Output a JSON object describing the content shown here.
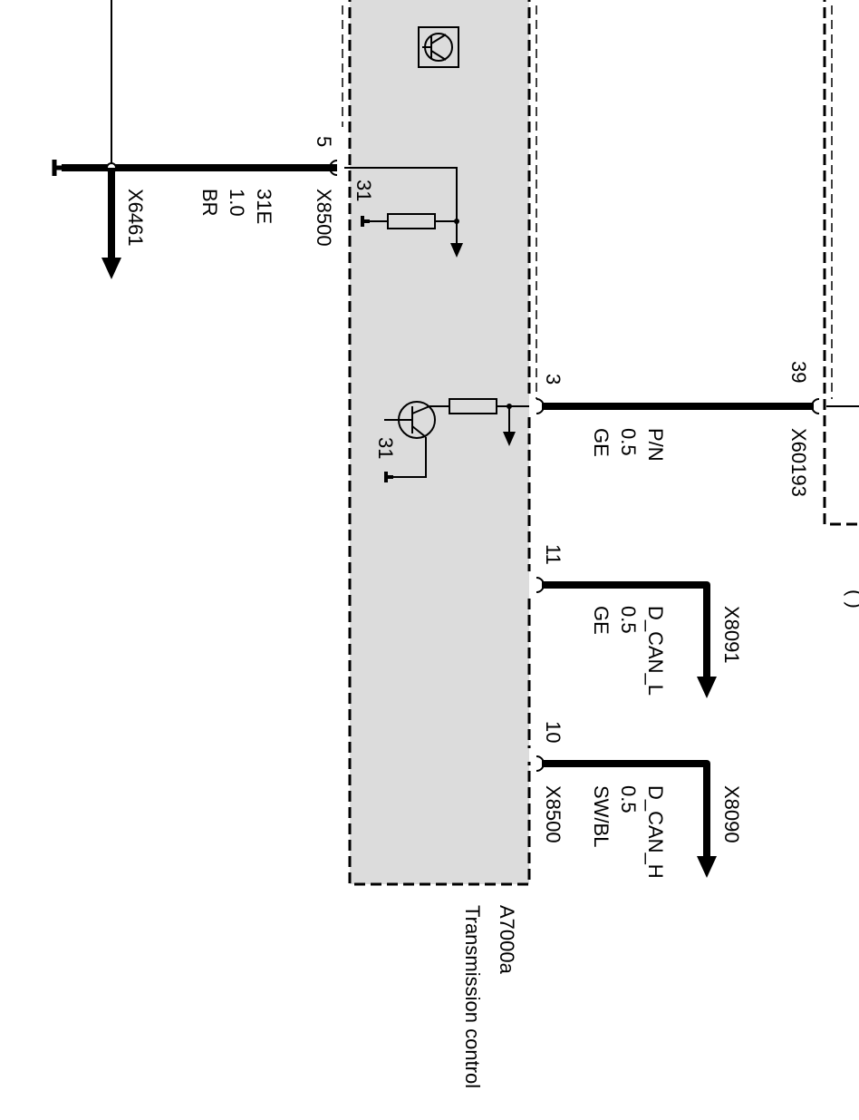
{
  "module": {
    "id": "A7000a",
    "name": "Transmission control",
    "fill": "#dcdcdc"
  },
  "pins": {
    "pin_5": "5",
    "pin_3": "3",
    "pin_11": "11",
    "pin_10": "10",
    "pin_39": "39"
  },
  "ground_labels": {
    "ground_31_a": "31",
    "ground_31_b": "31"
  },
  "connectors": {
    "x8500_top": "X8500",
    "x8500_bottom": "X8500",
    "x6461": "X6461",
    "x60193": "X60193",
    "x8091": "X8091",
    "x8090": "X8090"
  },
  "wires": {
    "w_31e": {
      "name": "31E",
      "size": "1.0",
      "color": "BR"
    },
    "w_pn": {
      "name": "P/N",
      "size": "0.5",
      "color": "GE"
    },
    "w_can_l": {
      "name": "D_CAN_L",
      "size": "0.5",
      "color": "GE"
    },
    "w_can_h": {
      "name": "D_CAN_H",
      "size": "0.5",
      "color": "SW/BL"
    }
  }
}
